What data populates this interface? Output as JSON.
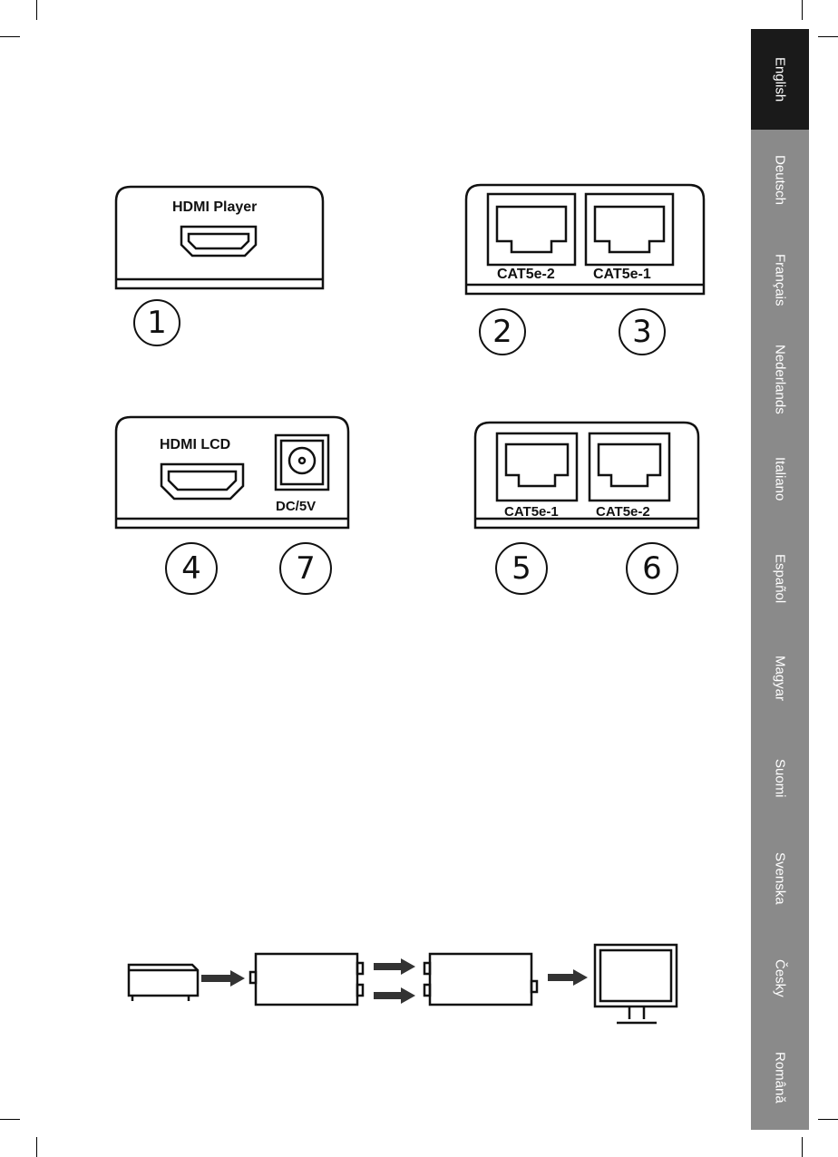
{
  "languages": [
    {
      "label": "English",
      "active": true
    },
    {
      "label": "Deutsch",
      "active": false
    },
    {
      "label": "Français",
      "active": false
    },
    {
      "label": "Nederlands",
      "active": false
    },
    {
      "label": "Italiano",
      "active": false
    },
    {
      "label": "Español",
      "active": false
    },
    {
      "label": "Magyar",
      "active": false
    },
    {
      "label": "Suomi",
      "active": false
    },
    {
      "label": "Svenska",
      "active": false
    },
    {
      "label": "Česky",
      "active": false
    },
    {
      "label": "Română",
      "active": false
    }
  ],
  "transmitter": {
    "hdmi_label": "HDMI Player",
    "port_a": "CAT5e-2",
    "port_b": "CAT5e-1",
    "numbers": [
      "1",
      "2",
      "3"
    ]
  },
  "receiver": {
    "hdmi_label": "HDMI LCD",
    "dc_label": "DC/5V",
    "port_a": "CAT5e-1",
    "port_b": "CAT5e-2",
    "numbers": [
      "4",
      "7",
      "5",
      "6"
    ]
  },
  "colors": {
    "sidebar": "#8a8a8a",
    "sidebar_active": "#1a1a1a",
    "tab_text": "#ffffff"
  }
}
